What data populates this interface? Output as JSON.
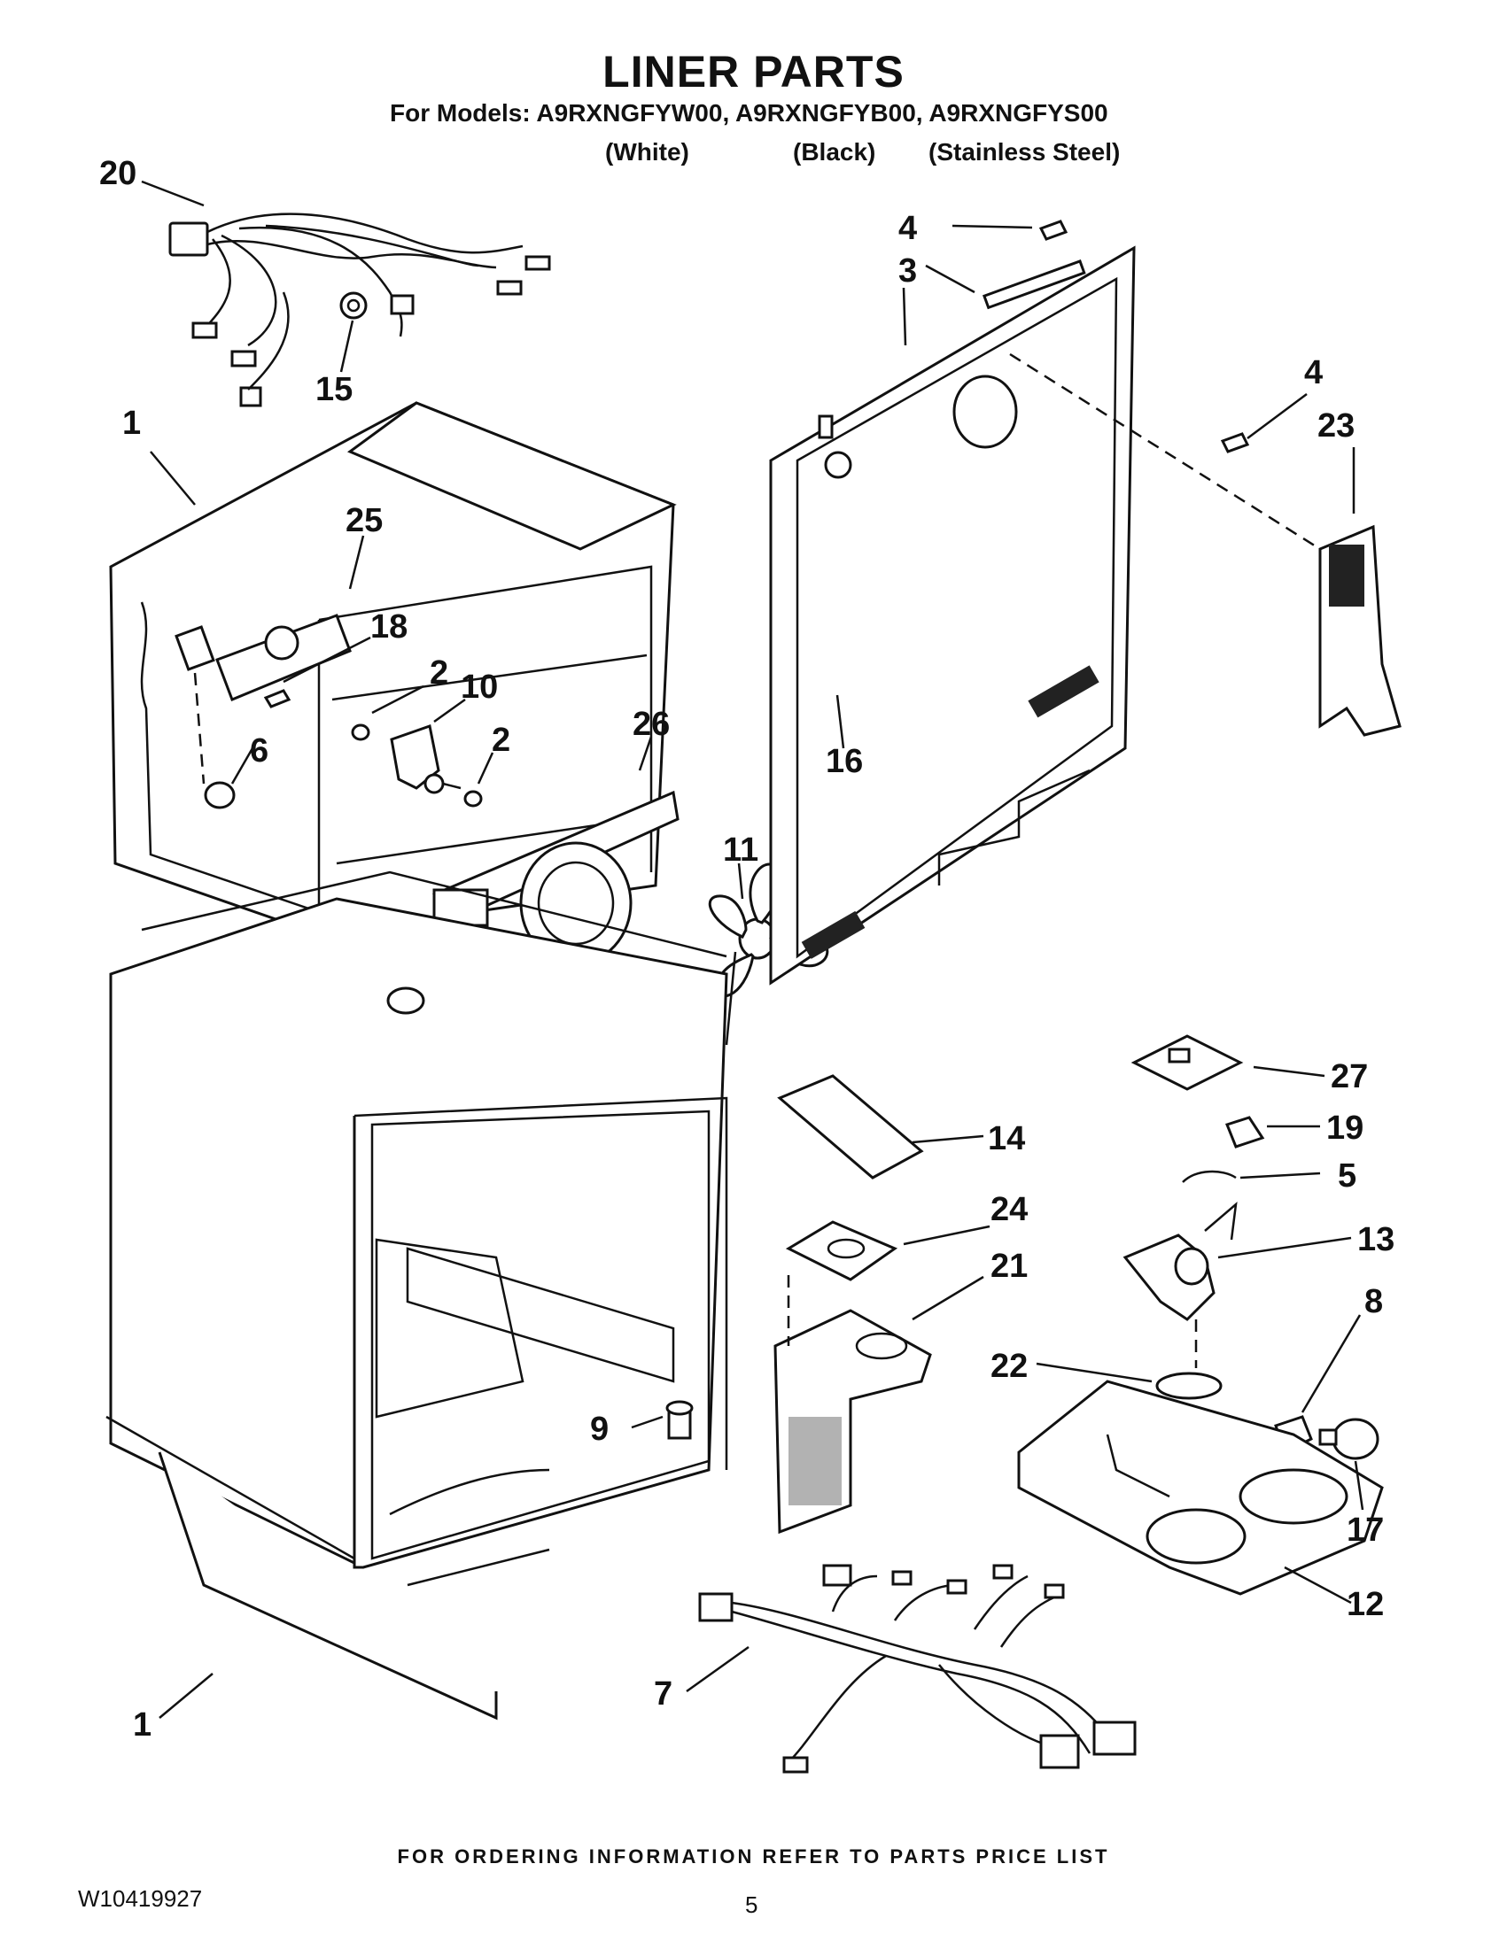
{
  "header": {
    "title": "LINER PARTS",
    "models": "For Models: A9RXNGFYW00, A9RXNGFYB00, A9RXNGFYS00",
    "variants": [
      "(White)",
      "(Black)",
      "(Stainless Steel)"
    ]
  },
  "callouts": [
    "20",
    "15",
    "4",
    "3",
    "4",
    "23",
    "1",
    "25",
    "18",
    "2",
    "10",
    "2",
    "26",
    "6",
    "16",
    "11",
    "27",
    "14",
    "19",
    "5",
    "24",
    "13",
    "21",
    "8",
    "22",
    "9",
    "17",
    "12",
    "7",
    "1"
  ],
  "footer": {
    "ordering_note": "FOR ORDERING INFORMATION REFER TO PARTS PRICE LIST",
    "doc_number": "W10419927",
    "page_number": "5"
  }
}
